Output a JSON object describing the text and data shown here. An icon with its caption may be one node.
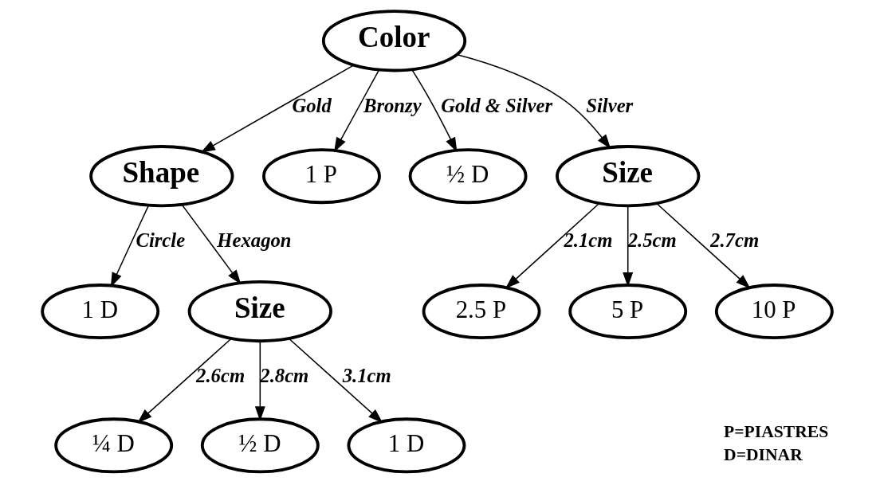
{
  "diagram": {
    "nodes": [
      {
        "text": [
          "Color"
        ]
      },
      {
        "text": [
          "Shape"
        ]
      },
      {
        "text": [
          "1 P"
        ]
      },
      {
        "text": [
          "½ D"
        ]
      },
      {
        "text": [
          "Size"
        ]
      },
      {
        "text": [
          "1 D"
        ]
      },
      {
        "text": [
          "Size"
        ]
      },
      {
        "text": [
          "¼ D"
        ]
      },
      {
        "text": [
          "½ D"
        ]
      },
      {
        "text": [
          "1 D"
        ]
      },
      {
        "text": [
          "2.5 P"
        ]
      },
      {
        "text": [
          "5 P"
        ]
      },
      {
        "text": [
          "10 P"
        ]
      }
    ],
    "edges": [
      {
        "from": 0,
        "to": 1,
        "arrow": "to",
        "label": "Gold"
      },
      {
        "from": 0,
        "to": 2,
        "arrow": "to",
        "label": "Bronzy"
      },
      {
        "from": 0,
        "to": 3,
        "arrow": "to",
        "label": "Gold & Silver"
      },
      {
        "from": 0,
        "to": 4,
        "arrow": "to",
        "label": "Silver"
      },
      {
        "from": 1,
        "to": 5,
        "arrow": "to",
        "label": "Circle"
      },
      {
        "from": 1,
        "to": 6,
        "arrow": "to",
        "label": "Hexagon"
      },
      {
        "from": 6,
        "to": 7,
        "arrow": "to",
        "label": "2.6cm"
      },
      {
        "from": 6,
        "to": 8,
        "arrow": "to",
        "label": "2.8cm"
      },
      {
        "from": 6,
        "to": 9,
        "arrow": "to",
        "label": "3.1cm"
      },
      {
        "from": 4,
        "to": 10,
        "arrow": "to",
        "label": "2.1cm"
      },
      {
        "from": 4,
        "to": 11,
        "arrow": "to",
        "label": "2.5cm"
      },
      {
        "from": 4,
        "to": 12,
        "arrow": "to",
        "label": "2.7cm"
      }
    ],
    "labels": [
      "P=PIASTRES",
      "D=DINAR"
    ]
  }
}
